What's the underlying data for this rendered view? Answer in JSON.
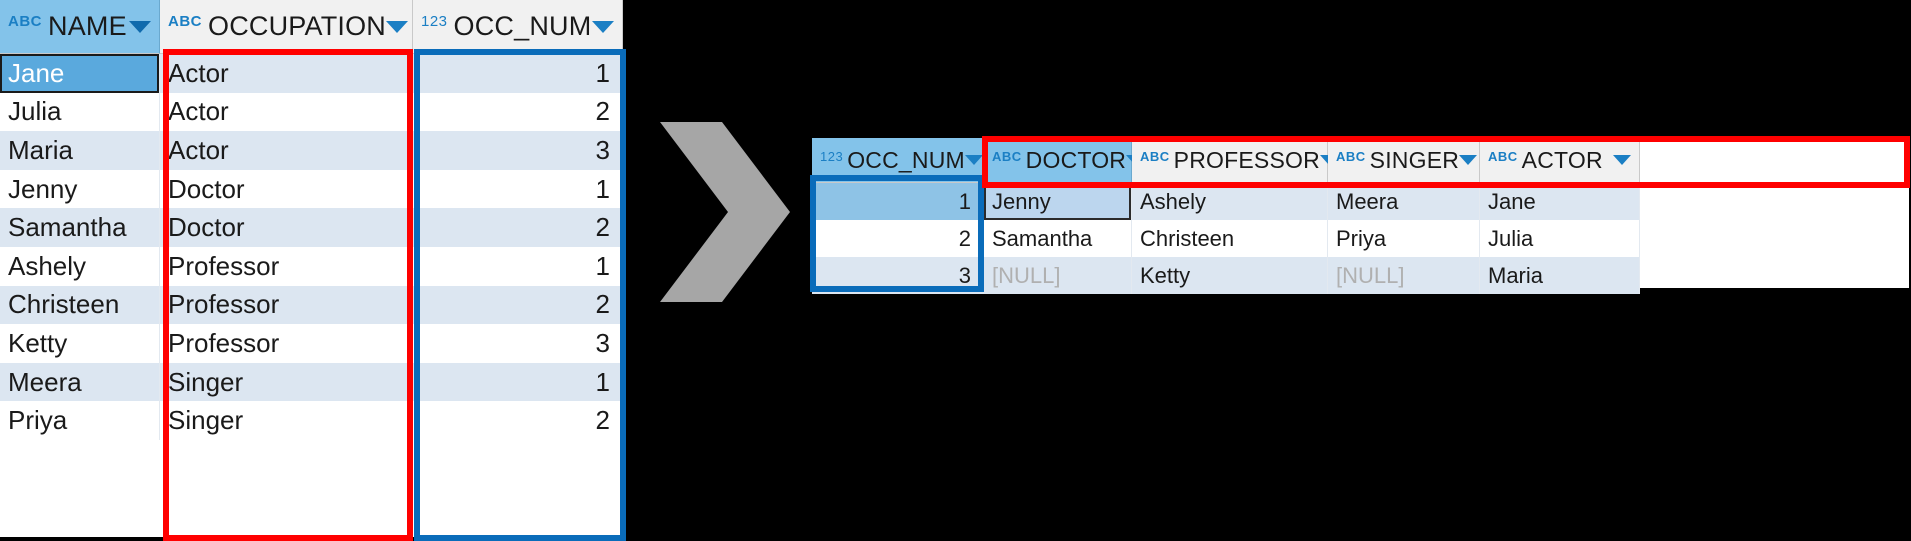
{
  "source_table": {
    "name": "source-table",
    "columns": [
      {
        "caption": "NAME",
        "type_icon": "ABC",
        "type": "text",
        "selected": true
      },
      {
        "caption": "OCCUPATION",
        "type_icon": "ABC",
        "type": "text",
        "selected": false
      },
      {
        "caption": "OCC_NUM",
        "type_icon": "123",
        "type": "number",
        "selected": false
      }
    ],
    "rows": [
      {
        "NAME": "Jane",
        "OCCUPATION": "Actor",
        "OCC_NUM": "1"
      },
      {
        "NAME": "Julia",
        "OCCUPATION": "Actor",
        "OCC_NUM": "2"
      },
      {
        "NAME": "Maria",
        "OCCUPATION": "Actor",
        "OCC_NUM": "3"
      },
      {
        "NAME": "Jenny",
        "OCCUPATION": "Doctor",
        "OCC_NUM": "1"
      },
      {
        "NAME": "Samantha",
        "OCCUPATION": "Doctor",
        "OCC_NUM": "2"
      },
      {
        "NAME": "Ashely",
        "OCCUPATION": "Professor",
        "OCC_NUM": "1"
      },
      {
        "NAME": "Christeen",
        "OCCUPATION": "Professor",
        "OCC_NUM": "2"
      },
      {
        "NAME": "Ketty",
        "OCCUPATION": "Professor",
        "OCC_NUM": "3"
      },
      {
        "NAME": "Meera",
        "OCCUPATION": "Singer",
        "OCC_NUM": "1"
      },
      {
        "NAME": "Priya",
        "OCCUPATION": "Singer",
        "OCC_NUM": "2"
      }
    ],
    "selected_cell": {
      "row": 0,
      "column": "NAME",
      "value": "Jane"
    }
  },
  "pivot_table": {
    "name": "pivot-table",
    "columns": [
      {
        "caption": "OCC_NUM",
        "type_icon": "123",
        "type": "number",
        "selected": true
      },
      {
        "caption": "DOCTOR",
        "type_icon": "ABC",
        "type": "text",
        "selected": true
      },
      {
        "caption": "PROFESSOR",
        "type_icon": "ABC",
        "type": "text",
        "selected": false
      },
      {
        "caption": "SINGER",
        "type_icon": "ABC",
        "type": "text",
        "selected": false
      },
      {
        "caption": "ACTOR",
        "type_icon": "ABC",
        "type": "text",
        "selected": false
      }
    ],
    "null_label": "[NULL]",
    "rows": [
      {
        "OCC_NUM": "1",
        "DOCTOR": "Jenny",
        "PROFESSOR": "Ashely",
        "SINGER": "Meera",
        "ACTOR": "Jane"
      },
      {
        "OCC_NUM": "2",
        "DOCTOR": "Samantha",
        "PROFESSOR": "Christeen",
        "SINGER": "Priya",
        "ACTOR": "Julia"
      },
      {
        "OCC_NUM": "3",
        "DOCTOR": "[NULL]",
        "PROFESSOR": "Ketty",
        "SINGER": "[NULL]",
        "ACTOR": "Maria"
      }
    ],
    "selected_cell": {
      "row": 0,
      "column": "DOCTOR",
      "value": "Jenny"
    }
  },
  "annotations": [
    {
      "name": "occupation-column-highlight",
      "color": "#ff0000",
      "target": "OCCUPATION column of source table"
    },
    {
      "name": "occnum-column-highlight",
      "color": "#0a6cba",
      "target": "OCC_NUM column of source table"
    },
    {
      "name": "pivot-occnum-highlight",
      "color": "#0a6cba",
      "target": "OCC_NUM values of pivot table"
    },
    {
      "name": "pivot-header-highlight",
      "color": "#ff0000",
      "target": "pivot table column headers"
    }
  ],
  "flow_arrow": {
    "name": "chevron-arrow",
    "direction": "right",
    "color": "#a6a6a6"
  }
}
